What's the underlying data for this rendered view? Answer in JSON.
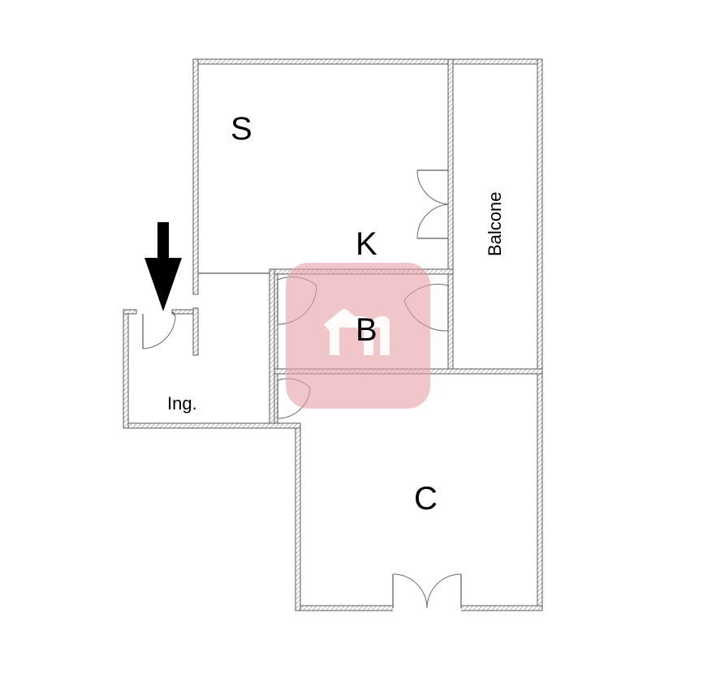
{
  "rooms": {
    "s": "S",
    "k": "K",
    "b": "B",
    "c": "C",
    "ingresso": "Ing.",
    "balcone": "Balcone"
  },
  "entrance_arrow": "entrance-arrow-icon",
  "logo": {
    "name": "logo-watermark",
    "color": "#e8a0a8"
  },
  "colors": {
    "wall": "#5a5a5a",
    "background": "#ffffff"
  }
}
